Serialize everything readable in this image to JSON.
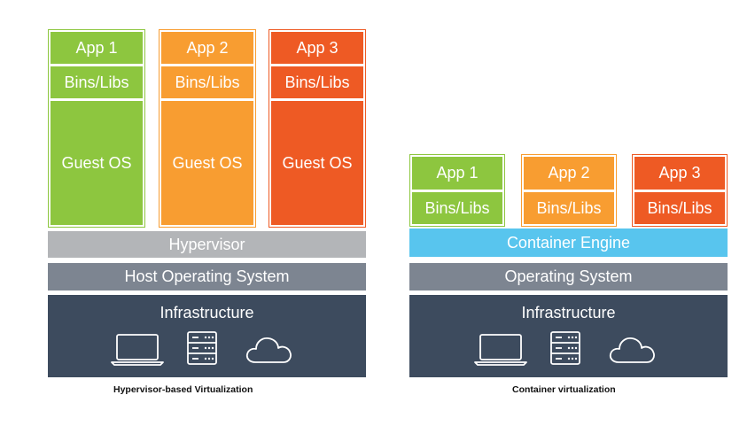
{
  "colors": {
    "green": "#8dc63f",
    "orange": "#f89d31",
    "red": "#ee5a24",
    "hypervisor": "#b3b5b8",
    "host_os": "#7d8591",
    "infrastructure": "#3d4b5e",
    "container_engine": "#58c5ee"
  },
  "left": {
    "apps": [
      {
        "app": "App 1",
        "bins": "Bins/Libs",
        "os": "Guest OS",
        "color": "green"
      },
      {
        "app": "App 2",
        "bins": "Bins/Libs",
        "os": "Guest OS",
        "color": "orange"
      },
      {
        "app": "App 3",
        "bins": "Bins/Libs",
        "os": "Guest OS",
        "color": "red"
      }
    ],
    "hypervisor": "Hypervisor",
    "host_os": "Host Operating System",
    "infrastructure": "Infrastructure",
    "infrastructure_icons": [
      "laptop-icon",
      "server-icon",
      "cloud-icon"
    ],
    "caption": "Hypervisor-based Virtualization"
  },
  "right": {
    "apps": [
      {
        "app": "App 1",
        "bins": "Bins/Libs",
        "color": "green"
      },
      {
        "app": "App 2",
        "bins": "Bins/Libs",
        "color": "orange"
      },
      {
        "app": "App 3",
        "bins": "Bins/Libs",
        "color": "red"
      }
    ],
    "container_engine": "Container Engine",
    "os": "Operating System",
    "infrastructure": "Infrastructure",
    "infrastructure_icons": [
      "laptop-icon",
      "server-icon",
      "cloud-icon"
    ],
    "caption": "Container virtualization"
  }
}
